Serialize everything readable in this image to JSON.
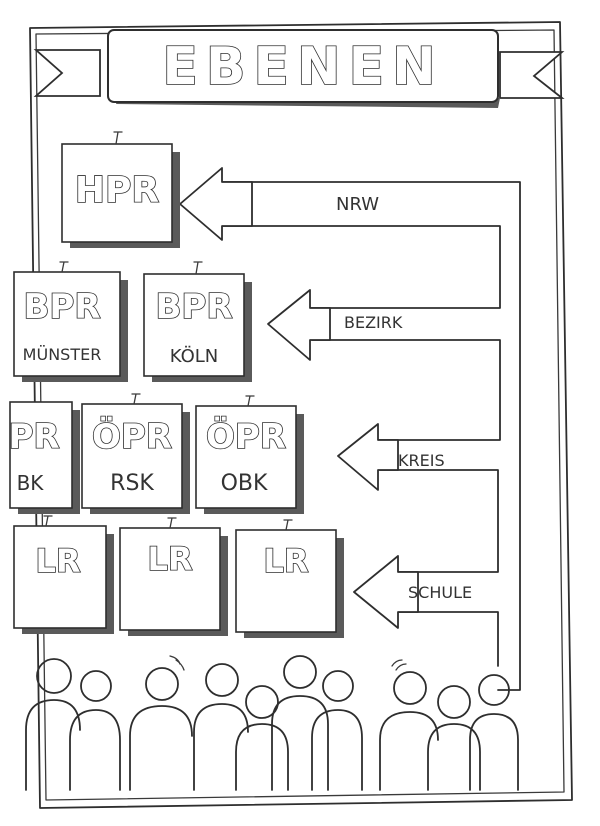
{
  "title": "EBENEN",
  "levels": {
    "nrw": "NRW",
    "bezirk": "BEZIRK",
    "kreis": "KREIS",
    "schule": "SCHULE"
  },
  "cards": {
    "hpr": {
      "abbr": "HPR",
      "place": ""
    },
    "bpr_muenster": {
      "abbr": "BPR",
      "place": "MÜNSTER"
    },
    "bpr_koeln": {
      "abbr": "BPR",
      "place": "KÖLN"
    },
    "opr_bk": {
      "abbr": "PR",
      "place": "BK"
    },
    "opr_rsk": {
      "abbr": "ÖPR",
      "place": "RSK"
    },
    "opr_obk": {
      "abbr": "ÖPR",
      "place": "OBK"
    },
    "lr_1": {
      "abbr": "LR",
      "place": ""
    },
    "lr_2": {
      "abbr": "LR",
      "place": ""
    },
    "lr_3": {
      "abbr": "LR",
      "place": ""
    }
  }
}
